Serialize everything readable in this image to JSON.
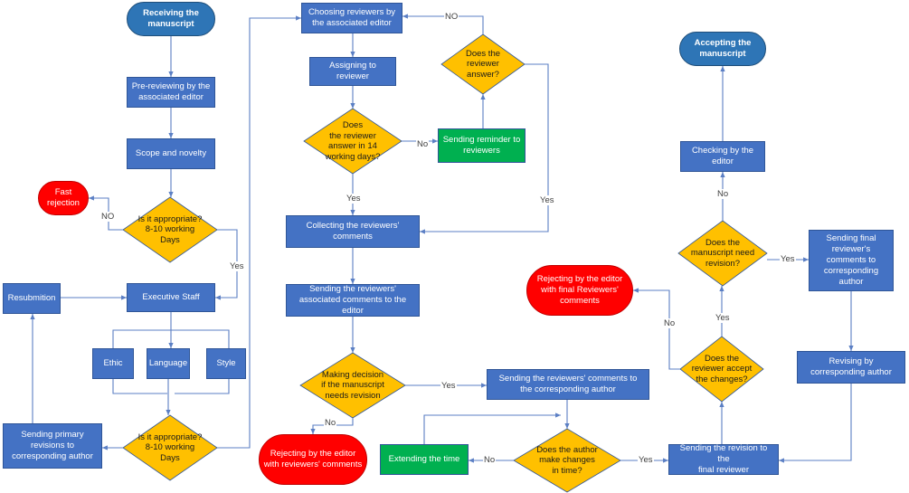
{
  "colors": {
    "process": "#4472c4",
    "decision": "#ffc000",
    "terminal": "#2e75b6",
    "rejection": "#ff0000",
    "action": "#00b050",
    "connector": "#5b7fc4"
  },
  "nodes": {
    "receiving": "Receiving the\nmanuscript",
    "prereview": "Pre-reviewing by the\nassociated editor",
    "scope": "Scope and novelty",
    "appropriate1": "Is it appropriate?\n8-10 working\nDays",
    "fast_rejection": "Fast\nrejection",
    "executive": "Executive Staff",
    "resubmition": "Resubmition",
    "ethic": "Ethic",
    "language": "Language",
    "style": "Style",
    "appropriate2": "Is it appropriate?\n8-10 working\nDays",
    "primary_revisions": "Sending primary\nrevisions to\ncorresponding author",
    "choosing": "Choosing reviewers by\nthe associated editor",
    "assigning": "Assigning to\nreviewer",
    "answer14": "Does\nthe reviewer\nanswer in 14\nworking days?",
    "reminder": "Sending reminder to\nreviewers",
    "reviewer_answer": "Does the\nreviewer\nanswer?",
    "collecting": "Collecting the reviewers'\ncomments",
    "sending_assoc": "Sending the reviewers'\nassociated comments to the\neditor",
    "making_decision": "Making decision\nif the manuscript\nneeds revision",
    "reject_reviewers": "Rejecting by the editor\nwith reviewers' comments",
    "sending_author": "Sending the reviewers' comments to\nthe corresponding author",
    "author_changes": "Does the author\nmake changes\nin time?",
    "extending": "Extending the time",
    "sending_final": "Sending the revision to the\nfinal reviewer",
    "accept_changes": "Does the\nreviewer accept\nthe changes?",
    "reject_final": "Rejecting by the editor\nwith final Reviewers'\ncomments",
    "need_revision": "Does the\nmanuscript need\nrevision?",
    "checking": "Checking by the\neditor",
    "accepting": "Accepting the\nmanuscript",
    "final_comments": "Sending final\nreviewer's\ncomments to\ncorresponding\nauthor",
    "revising": "Revising by\ncorresponding author"
  },
  "edge_labels": {
    "no_fast": "NO",
    "yes_exec": "Yes",
    "no_reminder": "No",
    "no_choosing": "NO",
    "yes_collecting_left": "Yes",
    "yes_collecting_right": "Yes",
    "yes_sending_author": "Yes",
    "no_reject": "No",
    "no_extend": "No",
    "yes_final": "Yes",
    "no_reject_final": "No",
    "yes_need_revision": "Yes",
    "no_checking": "No",
    "yes_final_comments": "Yes"
  }
}
